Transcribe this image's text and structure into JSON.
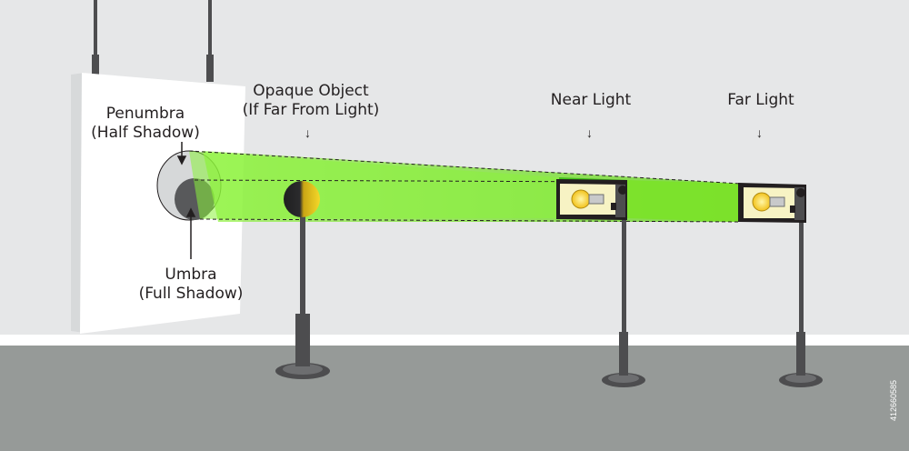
{
  "labels": {
    "opaque_object": {
      "line1": "Opaque Object",
      "line2": "(If Far From Light)"
    },
    "near_light": "Near Light",
    "far_light": "Far Light",
    "penumbra": {
      "line1": "Penumbra",
      "line2": "(Half Shadow)"
    },
    "umbra": {
      "line1": "Umbra",
      "line2": "(Full Shadow)"
    }
  },
  "arrow_glyph": "↓",
  "stock_id": "412660585",
  "colors": {
    "wall": "#e6e7e8",
    "floor": "#969a98",
    "skirting": "#ffffff",
    "screen": "#ffffff",
    "light_beam": "#78e61e",
    "light_beam_dark": "#3fb01a",
    "penumbra": "#d6d8d9",
    "umbra": "#58595b",
    "stand": "#4d4d4f",
    "object_dark": "#2b2b2d",
    "object_light": "#f2d21b"
  }
}
